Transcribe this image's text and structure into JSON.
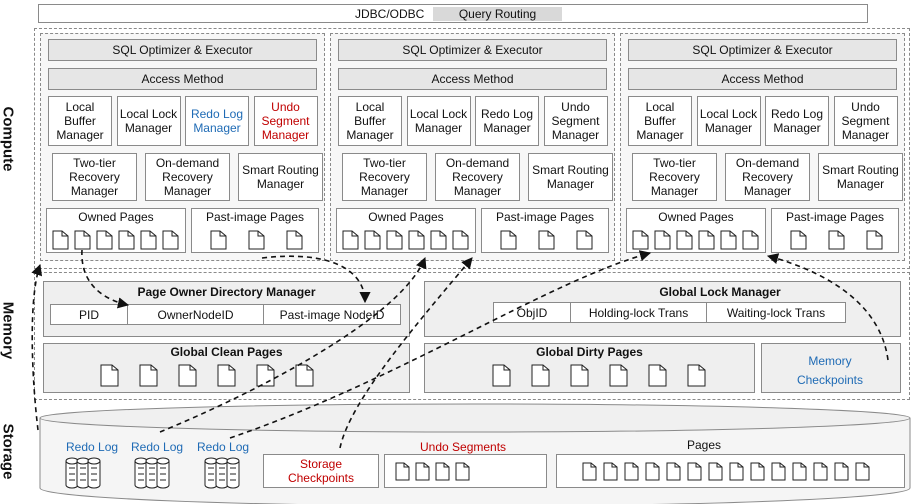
{
  "top_bar": {
    "jdbc": "JDBC/ODBC",
    "routing": "Query Routing"
  },
  "layers": {
    "compute": "Compute",
    "memory": "Memory",
    "storage": "Storage"
  },
  "nodes": [
    {
      "optimizer": "SQL Optimizer & Executor",
      "access": "Access Method",
      "managers": [
        "Local Buffer Manager",
        "Local Lock Manager",
        "Redo Log Manager",
        "Undo Segment Manager"
      ],
      "recovery": [
        "Two-tier Recovery Manager",
        "On-demand Recovery Manager",
        "Smart Routing Manager"
      ],
      "owned": "Owned Pages",
      "past": "Past-image Pages"
    },
    {
      "optimizer": "SQL Optimizer & Executor",
      "access": "Access Method",
      "managers": [
        "Local Buffer Manager",
        "Local Lock Manager",
        "Redo Log Manager",
        "Undo Segment Manager"
      ],
      "recovery": [
        "Two-tier Recovery Manager",
        "On-demand Recovery Manager",
        "Smart Routing Manager"
      ],
      "owned": "Owned Pages",
      "past": "Past-image Pages"
    },
    {
      "optimizer": "SQL Optimizer & Executor",
      "access": "Access Method",
      "managers": [
        "Local Buffer Manager",
        "Local Lock Manager",
        "Redo Log Manager",
        "Undo Segment Manager"
      ],
      "recovery": [
        "Two-tier Recovery Manager",
        "On-demand Recovery Manager",
        "Smart Routing Manager"
      ],
      "owned": "Owned Pages",
      "past": "Past-image Pages"
    }
  ],
  "memory": {
    "pod_title": "Page Owner Directory Manager",
    "pod_cols": [
      "PID",
      "OwnerNodeID",
      "Past-image NodeID"
    ],
    "glm_title": "Global Lock Manager",
    "glm_cols": [
      "ObjID",
      "Holding-lock Trans",
      "Waiting-lock Trans"
    ],
    "clean": "Global Clean Pages",
    "dirty": "Global Dirty Pages",
    "checkpoints": "Memory Checkpoints"
  },
  "storage": {
    "redo": [
      "Redo Log",
      "Redo Log",
      "Redo Log"
    ],
    "checkpoints": "Storage Checkpoints",
    "undo": "Undo Segments",
    "pages": "Pages"
  },
  "colors": {
    "blue": "#1f6bb5",
    "red": "#c00000",
    "gray": "#e6e6e6"
  }
}
